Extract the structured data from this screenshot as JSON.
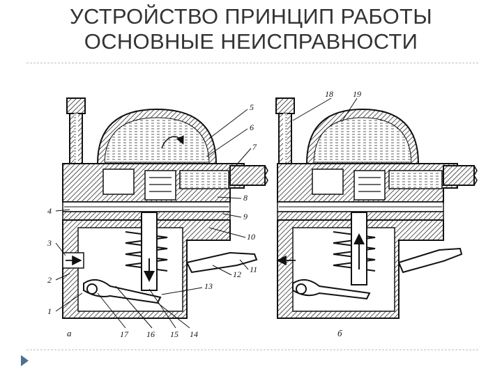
{
  "slide": {
    "title_line1": "УСТРОЙСТВО ПРИНЦИП РАБОТЫ",
    "title_line2": "ОСНОВНЫЕ НЕИСПРАВНОСТИ"
  },
  "diagram": {
    "left_caption": "а",
    "right_caption": "б",
    "labels": {
      "l1": "1",
      "l2": "2",
      "l3": "3",
      "l4": "4",
      "l5": "5",
      "l6": "6",
      "l7": "7",
      "l8": "8",
      "l9": "9",
      "l10": "10",
      "l11": "11",
      "l12": "12",
      "l13": "13",
      "l14": "14",
      "l15": "15",
      "l16": "16",
      "l17": "17",
      "l18": "18",
      "l19": "19"
    }
  },
  "colors": {
    "line": "#111111",
    "title": "#333333",
    "bullet": "#4e6f8f",
    "rule": "#b9c1c9"
  }
}
